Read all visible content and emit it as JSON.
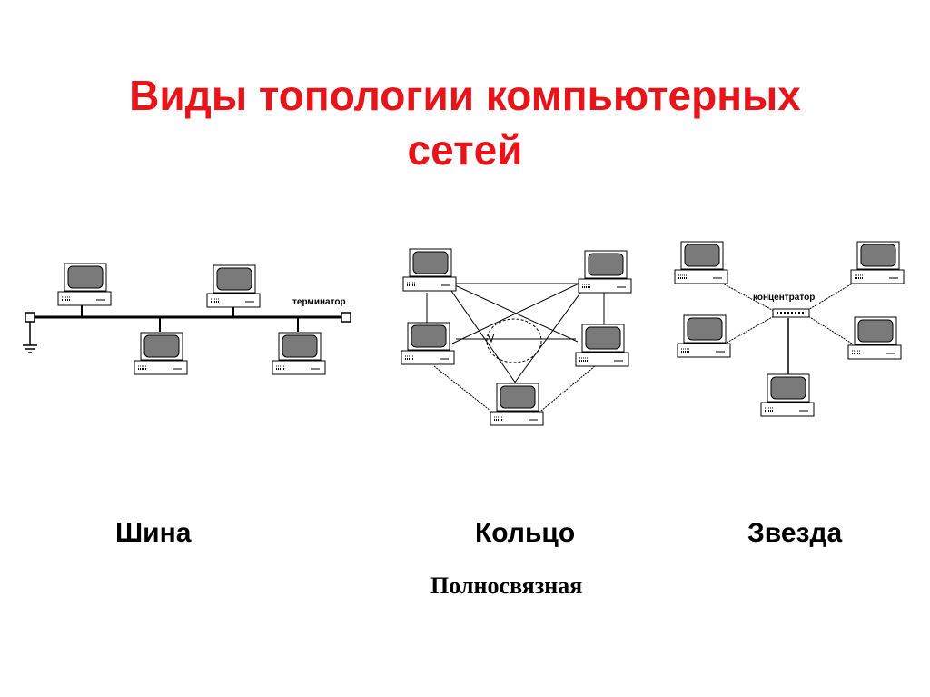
{
  "title": {
    "line1": "Виды топологии компьютерных",
    "line2": "сетей"
  },
  "diagrams": {
    "bus": {
      "terminator_label": "терминатор"
    },
    "star": {
      "hub_label": "концентратор"
    }
  },
  "captions": {
    "bus": "Шина",
    "ring": "Кольцо",
    "star": "Звезда",
    "mesh": "Полносвязная"
  },
  "colors": {
    "title": "#e8141a",
    "screen": "#7a7a7a",
    "line": "#000000"
  }
}
